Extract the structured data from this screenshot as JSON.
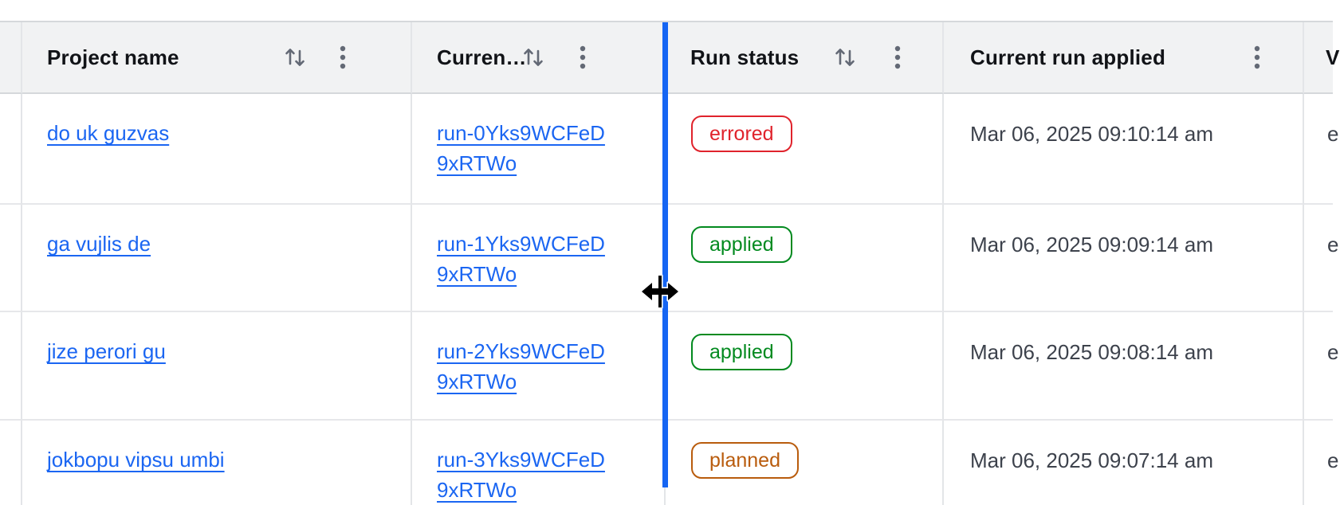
{
  "table": {
    "header": {
      "columns": [
        {
          "label": "Project name",
          "sort_icon": "sort-arrows-icon",
          "menu_icon": "kebab-menu-icon"
        },
        {
          "label": "Curren…",
          "sort_icon": "sort-arrows-icon",
          "menu_icon": "kebab-menu-icon"
        },
        {
          "label": "Run status",
          "sort_icon": "sort-arrows-icon",
          "menu_icon": "kebab-menu-icon"
        },
        {
          "label": "Current run applied",
          "menu_icon": "kebab-menu-icon"
        },
        {
          "label": "V"
        }
      ]
    },
    "rows": [
      {
        "project_name": "do uk guzvas",
        "current_run": "run-0Yks9WCFeD9xRTWo",
        "run_status": "errored",
        "current_run_applied": "Mar 06, 2025 09:10:14 am",
        "next_column_text": "e"
      },
      {
        "project_name": "ga vujlis de",
        "current_run": "run-1Yks9WCFeD9xRTWo",
        "run_status": "applied",
        "current_run_applied": "Mar 06, 2025 09:09:14 am",
        "next_column_text": "e"
      },
      {
        "project_name": "jize perori gu",
        "current_run": "run-2Yks9WCFeD9xRTWo",
        "run_status": "applied",
        "current_run_applied": "Mar 06, 2025 09:08:14 am",
        "next_column_text": "e"
      },
      {
        "project_name": "jokbopu vipsu umbi",
        "current_run": "run-3Yks9WCFeD9xRTWo",
        "run_status": "planned",
        "current_run_applied": "Mar 06, 2025 09:07:14 am",
        "next_column_text": "e"
      }
    ]
  },
  "colors": {
    "link_blue": "#1b66f2",
    "resize_indicator_blue": "#1565f3",
    "header_background": "#f1f2f3",
    "status": {
      "errored": "#e0232c",
      "applied": "#028a1f",
      "planned": "#b95c0d"
    }
  }
}
